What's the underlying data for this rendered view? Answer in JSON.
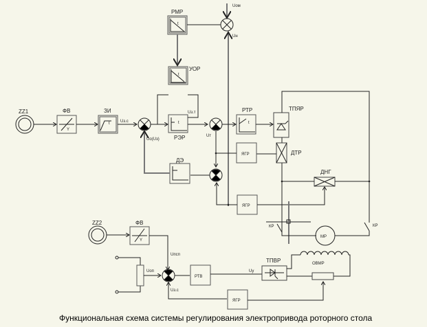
{
  "caption": "Функциональная схема системы регулирования электропривода роторного стола",
  "blocks": {
    "zz1": "ZZ1",
    "zz2": "ZZ2",
    "fv1": "ФВ",
    "fv2": "ФВ",
    "zi": "ЗИ",
    "rmr": "РМР",
    "uor": "УОР",
    "rer": "РЭР",
    "de": "ДЭ",
    "rtr": "РТР",
    "ygr1": "ЯГР",
    "ygr2": "ЯГР",
    "ygr3": "ЯГР",
    "tpyar": "ТПЯР",
    "dtr": "ДТР",
    "dng": "ДНГ",
    "mr": "МР",
    "rtv": "РТВ",
    "tpvr": "ТПВР",
    "ovmr": "ОВМР",
    "kr_left": "КР",
    "kr_right": "КР"
  },
  "signals": {
    "uzs": "Uз.с",
    "uos": "Uо(Uз)",
    "uzt": "Uз.т",
    "uot": "Uт",
    "uom": "Uом",
    "un": "Uн",
    "unsp": "Uпсп",
    "uop": "Uоп",
    "uzs2": "Uз.с",
    "uy": "Uу"
  },
  "glyphs": {
    "t": "t",
    "y": "Y"
  }
}
